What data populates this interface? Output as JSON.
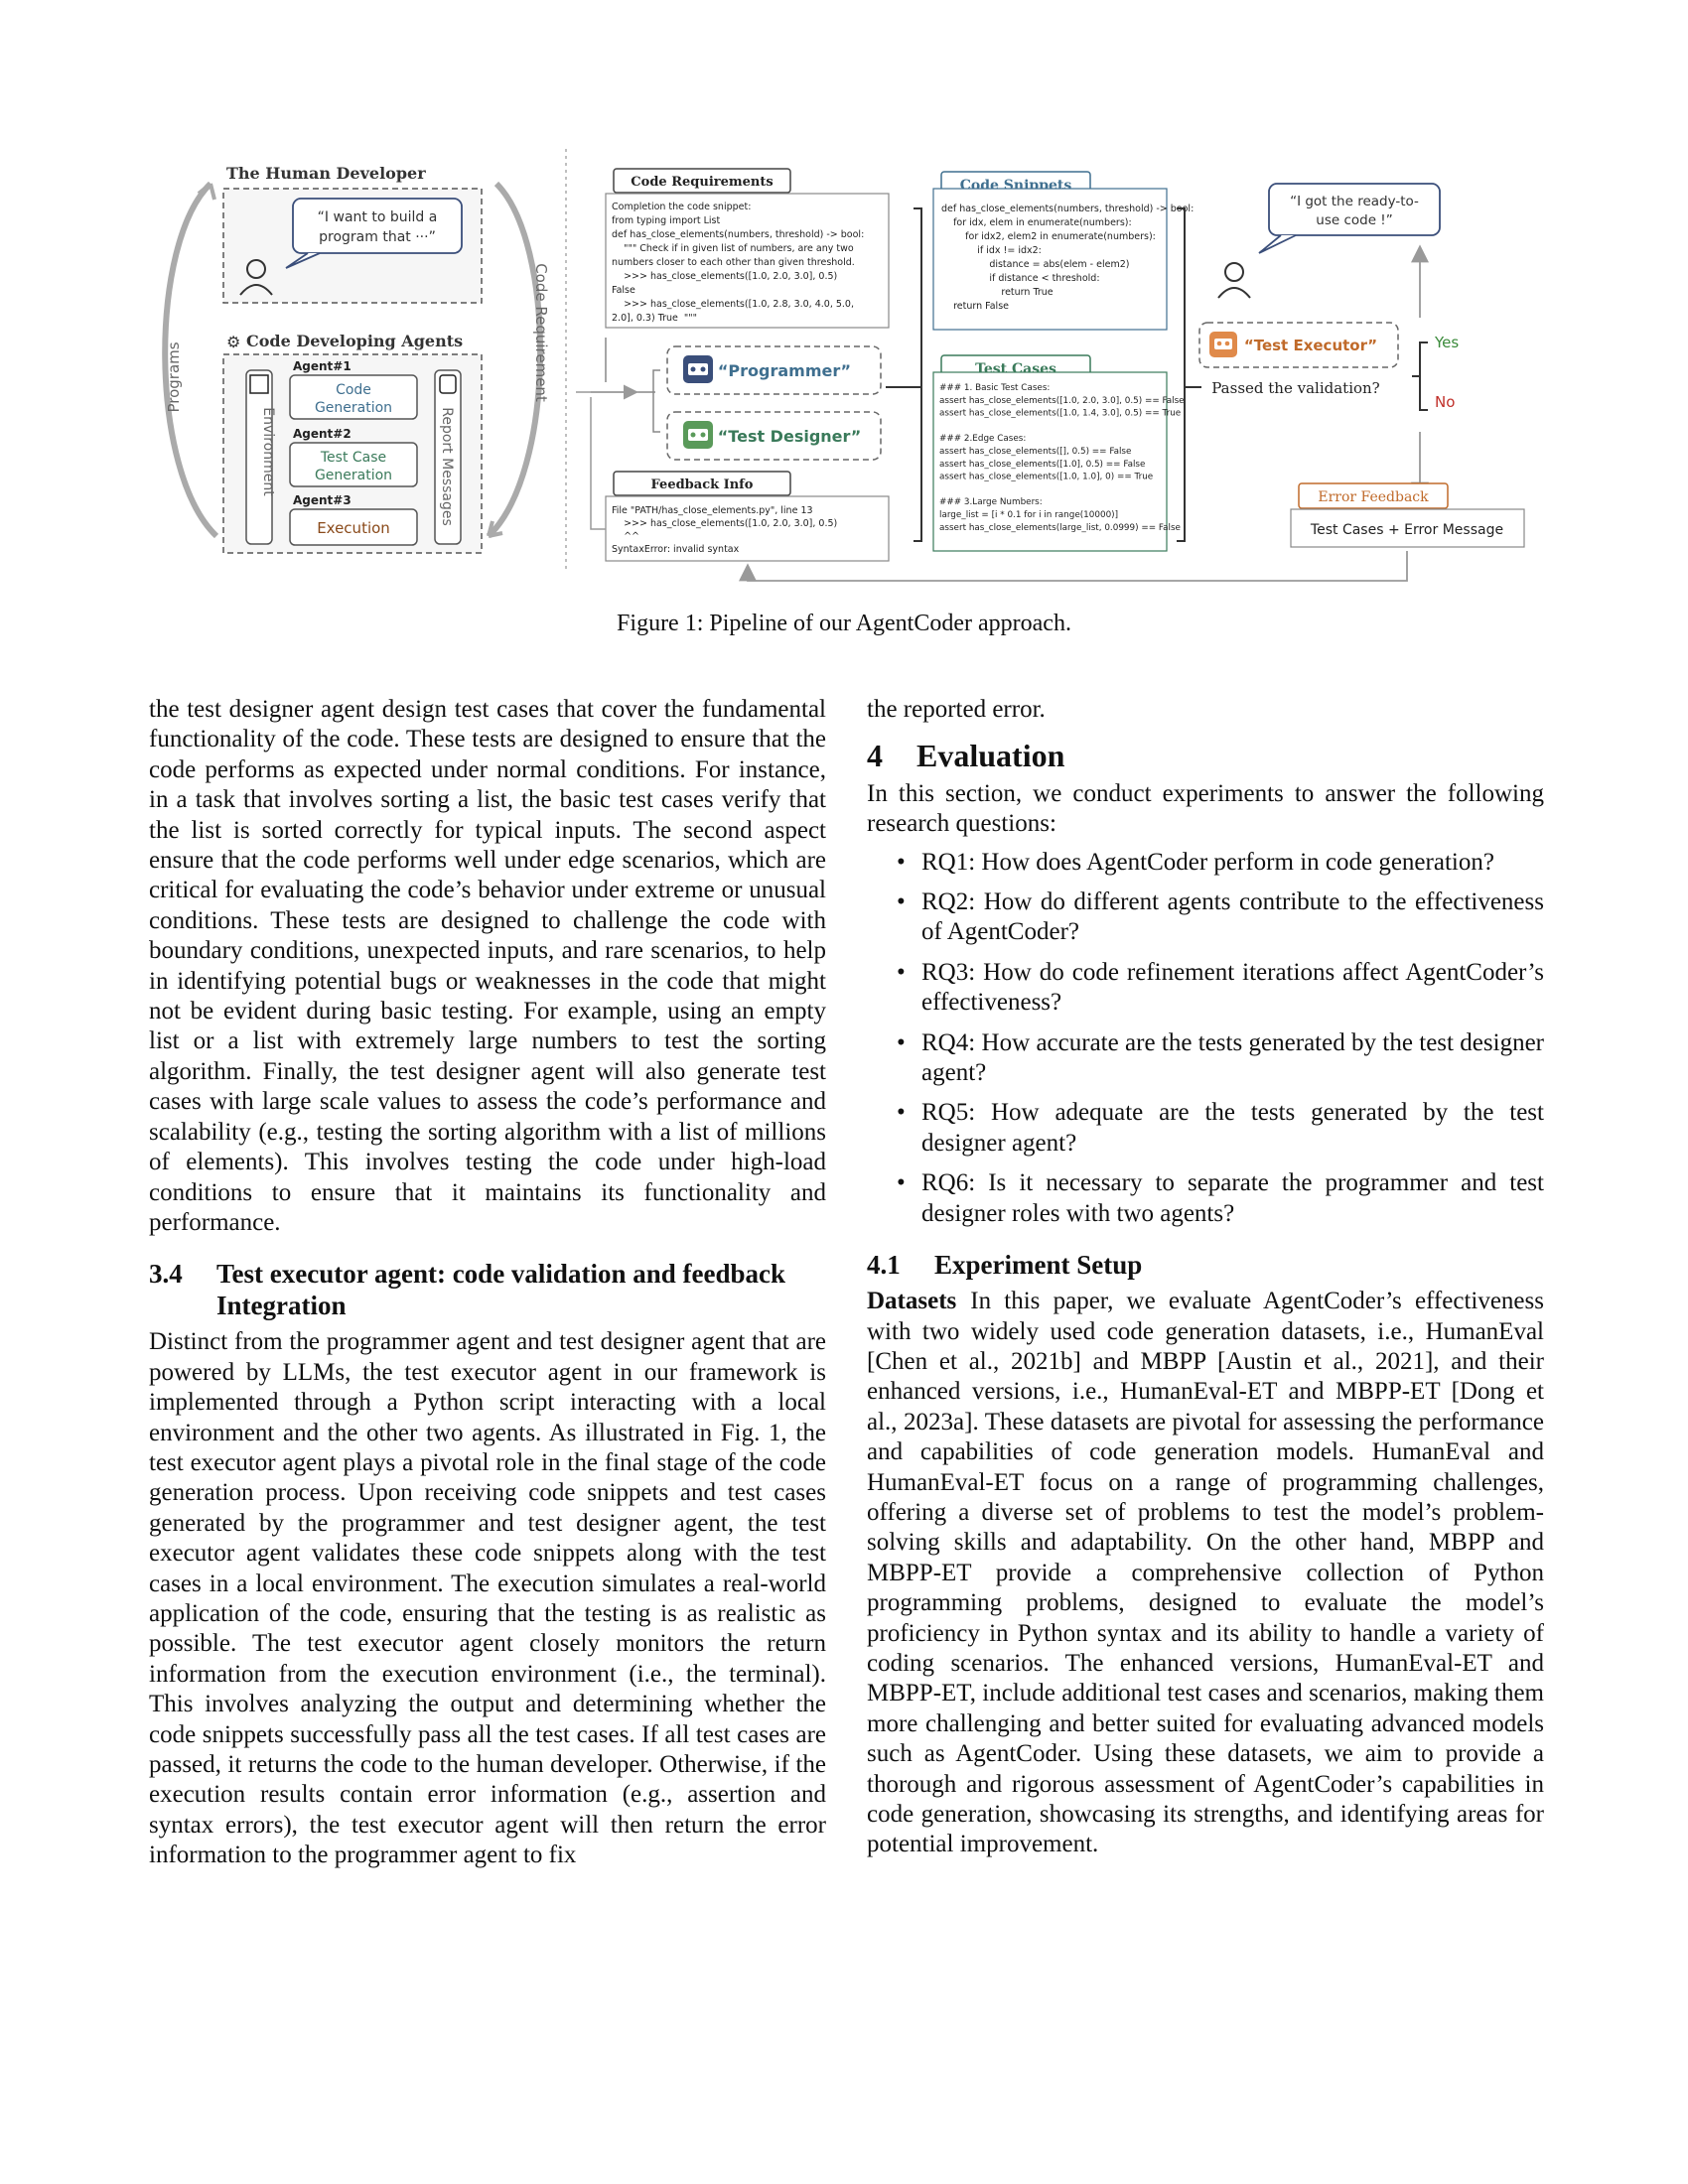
{
  "figure": {
    "human_developer_title": "The Human Developer",
    "human_speech_line1": "“I want to build a",
    "human_speech_line2": "program that ···”",
    "programs_label": "Programs",
    "agents_title": "Code Developing Agents",
    "agent1_label": "Agent#1",
    "agent1_task_line1": "Code",
    "agent1_task_line2": "Generation",
    "agent2_label": "Agent#2",
    "agent2_task_line1": "Test Case",
    "agent2_task_line2": "Generation",
    "agent3_label": "Agent#3",
    "agent3_task": "Execution",
    "environment_label": "Environment",
    "report_label": "Report Messages",
    "code_requirement_label": "Code Requirement",
    "code_requirements_title": "Code Requirements",
    "req_lines": [
      "Completion the code snippet:",
      "from typing import List",
      "def has_close_elements(numbers, threshold) -> bool:",
      "    \"\"\" Check if in given list of numbers, are any two",
      "numbers closer to each other than given threshold.",
      "    >>> has_close_elements([1.0, 2.0, 3.0], 0.5)",
      "False",
      "    >>> has_close_elements([1.0, 2.8, 3.0, 4.0, 5.0,",
      "2.0], 0.3) True  \"\"\""
    ],
    "programmer_label": "“Programmer”",
    "test_designer_label": "“Test Designer”",
    "feedback_info_title": "Feedback Info",
    "feedback_lines": [
      "File \"PATH/has_close_elements.py\", line 13",
      "    >>> has_close_elements([1.0, 2.0, 3.0], 0.5)",
      "    ^^",
      "SyntaxError: invalid syntax"
    ],
    "code_snippets_title": "Code Snippets",
    "snippet_lines": [
      "def has_close_elements(numbers, threshold) -> bool:",
      "    for idx, elem in enumerate(numbers):",
      "        for idx2, elem2 in enumerate(numbers):",
      "            if idx != idx2:",
      "                distance = abs(elem - elem2)",
      "                if distance < threshold:",
      "                    return True",
      "    return False"
    ],
    "test_cases_title": "Test Cases",
    "test_lines": [
      "### 1. Basic Test Cases:",
      "assert has_close_elements([1.0, 2.0, 3.0], 0.5) == False",
      "assert has_close_elements([1.0, 1.4, 3.0], 0.5) == True",
      "",
      "### 2.Edge Cases:",
      "assert has_close_elements([], 0.5) == False",
      "assert has_close_elements([1.0], 0.5) == False",
      "assert has_close_elements([1.0, 1.0], 0) == True",
      "",
      "### 3.Large Numbers:",
      "large_list = [i * 0.1 for i in range(10000)]",
      "assert has_close_elements(large_list, 0.0999) == False"
    ],
    "ready_speech_line1": "“I got the ready-to-",
    "ready_speech_line2": "use code !”",
    "test_executor_label": "“Test Executor”",
    "passed_question": "Passed the validation?",
    "yes_label": "Yes",
    "no_label": "No",
    "error_feedback_title": "Error Feedback",
    "error_feedback_content": "Test Cases + Error Message"
  },
  "caption": "Figure 1: Pipeline of our AgentCoder approach.",
  "left_column": {
    "para1": "the test designer agent design test cases that cover the fundamental functionality of the code. These tests are designed to ensure that the code performs as expected under normal conditions. For instance, in a task that involves sorting a list, the basic test cases verify that the list is sorted correctly for typical inputs. The second aspect ensure that the code performs well under edge scenarios, which are critical for evaluating the code’s behavior under extreme or unusual conditions. These tests are designed to challenge the code with boundary conditions, unexpected inputs, and rare scenarios, to help in identifying potential bugs or weaknesses in the code that might not be evident during basic testing. For example, using an empty list or a list with extremely large numbers to test the sorting algorithm. Finally, the test designer agent will also generate test cases with large scale values to assess the code’s performance and scalability (e.g., testing the sorting algorithm with a list of millions of elements). This involves testing the code under high-load conditions to ensure that it maintains its functionality and performance.",
    "sec34_num": "3.4",
    "sec34_title": "Test executor agent: code validation and feedback Integration",
    "para2": "Distinct from the programmer agent and test designer agent that are powered by LLMs, the test executor agent in our framework is implemented through a Python script interacting with a local environment and the other two agents. As illustrated in Fig. 1, the test executor agent plays a pivotal role in the final stage of the code generation process. Upon receiving code snippets and test cases generated by the programmer and test designer agent, the test executor agent validates these code snippets along with the test cases in a local environment. The execution simulates a real-world application of the code, ensuring that the testing is as realistic as possible. The test executor agent closely monitors the return information from the execution environment (i.e., the terminal). This involves analyzing the output and determining whether the code snippets successfully pass all the test cases. If all test cases are passed, it returns the code to the human developer. Otherwise, if the execution results contain error information (e.g., assertion and syntax errors), the test executor agent will then return the error information to the programmer agent to fix"
  },
  "right_column": {
    "para_cont": "the reported error.",
    "sec4_num": "4",
    "sec4_title": "Evaluation",
    "sec4_intro": "In this section, we conduct experiments to answer the following research questions:",
    "rq": [
      "RQ1: How does AgentCoder perform in code generation?",
      "RQ2: How do different agents contribute to the effectiveness of AgentCoder?",
      "RQ3: How do code refinement iterations affect AgentCoder’s effectiveness?",
      "RQ4: How accurate are the tests generated by the test designer agent?",
      "RQ5: How adequate are the tests generated by the test designer agent?",
      "RQ6: Is it necessary to separate the programmer and test designer roles with two agents?"
    ],
    "sec41_num": "4.1",
    "sec41_title": "Experiment Setup",
    "datasets_label": "Datasets",
    "datasets_para": "In this paper, we evaluate AgentCoder’s effectiveness with two widely used code generation datasets, i.e., HumanEval [Chen et al., 2021b] and MBPP [Austin et al., 2021], and their enhanced versions, i.e., HumanEval-ET and MBPP-ET [Dong et al., 2023a]. These datasets are pivotal for assessing the performance and capabilities of code generation models. HumanEval and HumanEval-ET focus on a range of programming challenges, offering a diverse set of problems to test the model’s problem-solving skills and adaptability. On the other hand, MBPP and MBPP-ET provide a comprehensive collection of Python programming problems, designed to evaluate the model’s proficiency in Python syntax and its ability to handle a variety of coding scenarios. The enhanced versions, HumanEval-ET and MBPP-ET, include additional test cases and scenarios, making them more challenging and better suited for evaluating advanced models such as AgentCoder. Using these datasets, we aim to provide a thorough and rigorous assessment of AgentCoder’s capabilities in code generation, showcasing its strengths, and identifying areas for potential improvement."
  }
}
